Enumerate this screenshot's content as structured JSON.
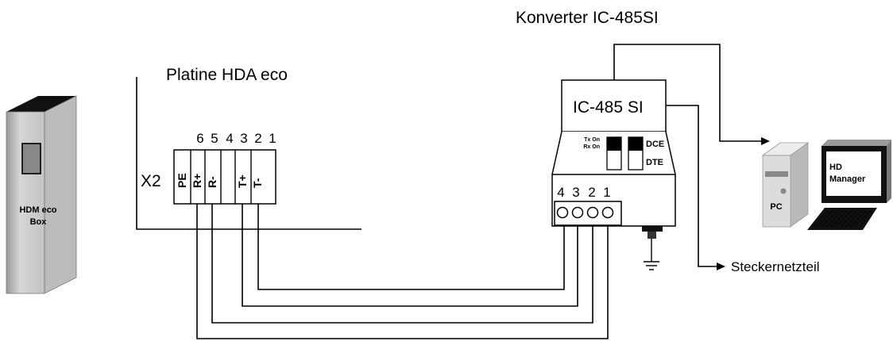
{
  "hdm_box": {
    "line1": "HDM eco",
    "line2": "Box"
  },
  "board": {
    "title": "Platine HDA eco",
    "connector_label": "X2",
    "pin_numbers": [
      "6",
      "5",
      "4",
      "3",
      "2",
      "1"
    ],
    "pin_signals": [
      "PE",
      "R+",
      "R-",
      "",
      "T+",
      "T-"
    ]
  },
  "converter": {
    "title": "Konverter IC-485SI",
    "model_label": "IC-485 SI",
    "led_tx": "Tx On",
    "led_rx": "Rx On",
    "switch_dce": "DCE",
    "switch_dte": "DTE",
    "terminal_numbers": [
      "4",
      "3",
      "2",
      "1"
    ]
  },
  "power_supply": "Steckernetzteil",
  "pc": {
    "tower_label": "PC",
    "screen_line1": "HD",
    "screen_line2": "Manager"
  },
  "colors": {
    "line": "#000000",
    "device_light": "#e6e6e6",
    "device_mid": "#c8c8c8",
    "device_dark": "#9a9a9a",
    "box_top": "#111111",
    "drive_bay": "#888888"
  }
}
